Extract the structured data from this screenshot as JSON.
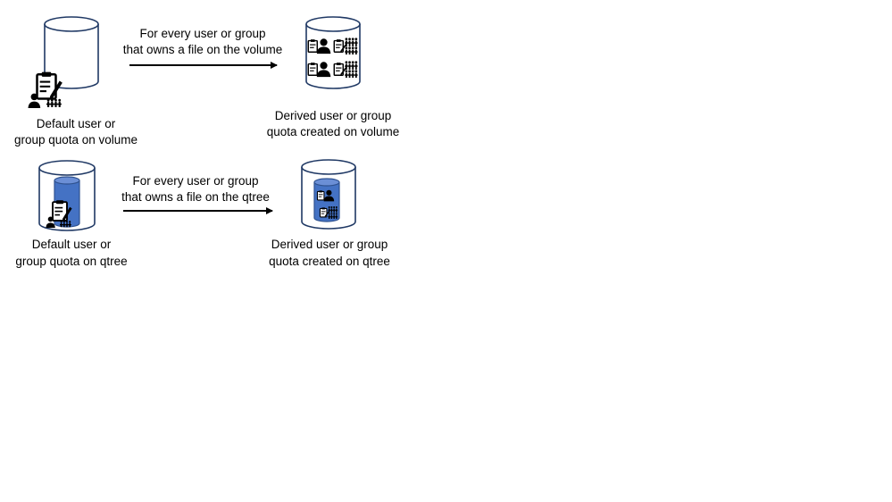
{
  "rows": [
    {
      "source": {
        "label_line1": "Default user or",
        "label_line2": "group quota on volume"
      },
      "arrow": {
        "label_line1": "For every user or group",
        "label_line2": "that owns a file on the volume"
      },
      "target": {
        "label_line1": "Derived user or group",
        "label_line2": "quota created on volume"
      }
    },
    {
      "source": {
        "label_line1": "Default user or",
        "label_line2": "group quota on qtree"
      },
      "arrow": {
        "label_line1": "For every user or group",
        "label_line2": "that owns a file on the qtree"
      },
      "target": {
        "label_line1": "Derived user or group",
        "label_line2": "quota created on qtree"
      }
    }
  ],
  "colors": {
    "volume_outline": "#1f3864",
    "qtree_fill": "#4472c4",
    "qtree_outline": "#2f528f",
    "icon": "#000000",
    "arrow": "#000000"
  },
  "icons": {
    "quota_icon": "clipboard-person-icon",
    "user_icon": "person-icon",
    "group_icon": "group-people-icon"
  }
}
